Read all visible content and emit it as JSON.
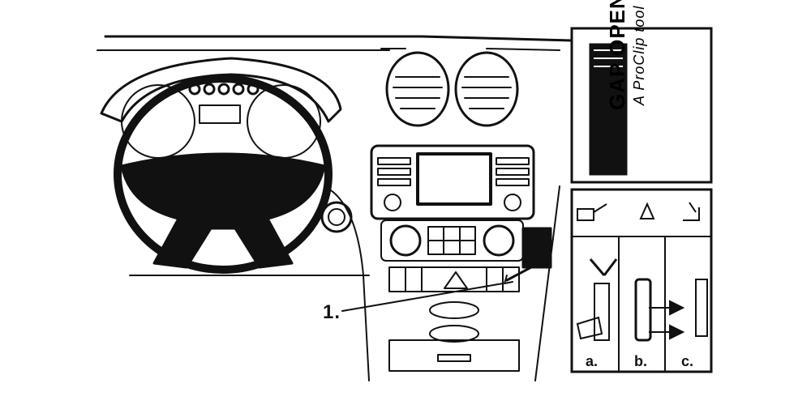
{
  "diagram": {
    "callout_label": "1.",
    "tool_panel": {
      "title": "GAP OPENER",
      "subtitle": "A ProClip tool"
    },
    "steps": {
      "a": "a.",
      "b": "b.",
      "c": "c."
    }
  }
}
